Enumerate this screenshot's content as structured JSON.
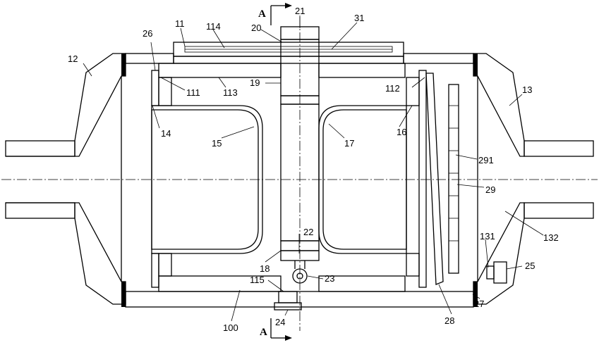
{
  "section_mark": "A",
  "labels": {
    "l11": "11",
    "l12": "12",
    "l13": "13",
    "l14": "14",
    "l15": "15",
    "l16": "16",
    "l17": "17",
    "l18": "18",
    "l19": "19",
    "l20": "20",
    "l21": "21",
    "l22": "22",
    "l23": "23",
    "l24": "24",
    "l25": "25",
    "l26": "26",
    "l27": "27",
    "l28": "28",
    "l29": "29",
    "l31": "31",
    "l100": "100",
    "l111": "111",
    "l112": "112",
    "l113": "113",
    "l114": "114",
    "l115": "115",
    "l131": "131",
    "l132": "132",
    "l291": "291"
  }
}
